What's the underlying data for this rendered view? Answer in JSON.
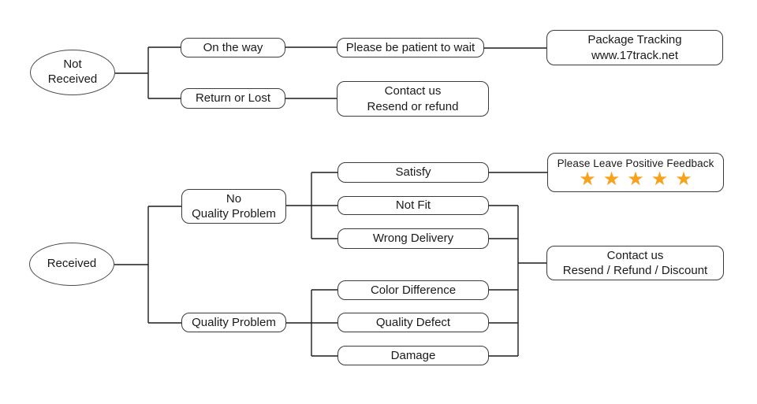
{
  "colors": {
    "background": "#ffffff",
    "line": "#1c1c1c",
    "box_border": "#3a3a3a",
    "star": "#F7A11D"
  },
  "icons": {
    "star_icon": "★"
  },
  "nodes": {
    "not_received": {
      "line1": "Not",
      "line2": "Received"
    },
    "on_the_way": {
      "label": "On the way"
    },
    "please_wait": {
      "label": "Please be patient to wait"
    },
    "package_tracking": {
      "line1": "Package Tracking",
      "line2": "www.17track.net"
    },
    "return_or_lost": {
      "label": "Return or Lost"
    },
    "contact_resend_refund": {
      "line1": "Contact us",
      "line2": "Resend or refund"
    },
    "received": {
      "label": "Received"
    },
    "no_quality_problem": {
      "line1": "No",
      "line2": "Quality Problem"
    },
    "satisfy": {
      "label": "Satisfy"
    },
    "feedback": {
      "label": "Please Leave Positive Feedback",
      "stars": 5
    },
    "not_fit": {
      "label": "Not Fit"
    },
    "wrong_delivery": {
      "label": "Wrong Delivery"
    },
    "quality_problem": {
      "label": "Quality Problem"
    },
    "color_difference": {
      "label": "Color Difference"
    },
    "quality_defect": {
      "label": "Quality Defect"
    },
    "damage": {
      "label": "Damage"
    },
    "contact_full": {
      "line1": "Contact us",
      "line2": "Resend / Refund / Discount"
    }
  },
  "edges": [
    {
      "from": "Not Received",
      "to": "On the way"
    },
    {
      "from": "On the way",
      "to": "Please be patient to wait"
    },
    {
      "from": "Please be patient to wait",
      "to": "Package Tracking www.17track.net"
    },
    {
      "from": "Not Received",
      "to": "Return or Lost"
    },
    {
      "from": "Return or Lost",
      "to": "Contact us Resend or refund"
    },
    {
      "from": "Received",
      "to": "No Quality Problem"
    },
    {
      "from": "No Quality Problem",
      "to": "Satisfy"
    },
    {
      "from": "Satisfy",
      "to": "Please Leave Positive Feedback"
    },
    {
      "from": "No Quality Problem",
      "to": "Not Fit"
    },
    {
      "from": "No Quality Problem",
      "to": "Wrong Delivery"
    },
    {
      "from": "Received",
      "to": "Quality Problem"
    },
    {
      "from": "Quality Problem",
      "to": "Color Difference"
    },
    {
      "from": "Quality Problem",
      "to": "Quality Defect"
    },
    {
      "from": "Quality Problem",
      "to": "Damage"
    },
    {
      "from": "Not Fit",
      "to": "Contact us Resend / Refund / Discount"
    },
    {
      "from": "Wrong Delivery",
      "to": "Contact us Resend / Refund / Discount"
    },
    {
      "from": "Color Difference",
      "to": "Contact us Resend / Refund / Discount"
    },
    {
      "from": "Quality Defect",
      "to": "Contact us Resend / Refund / Discount"
    },
    {
      "from": "Damage",
      "to": "Contact us Resend / Refund / Discount"
    }
  ]
}
